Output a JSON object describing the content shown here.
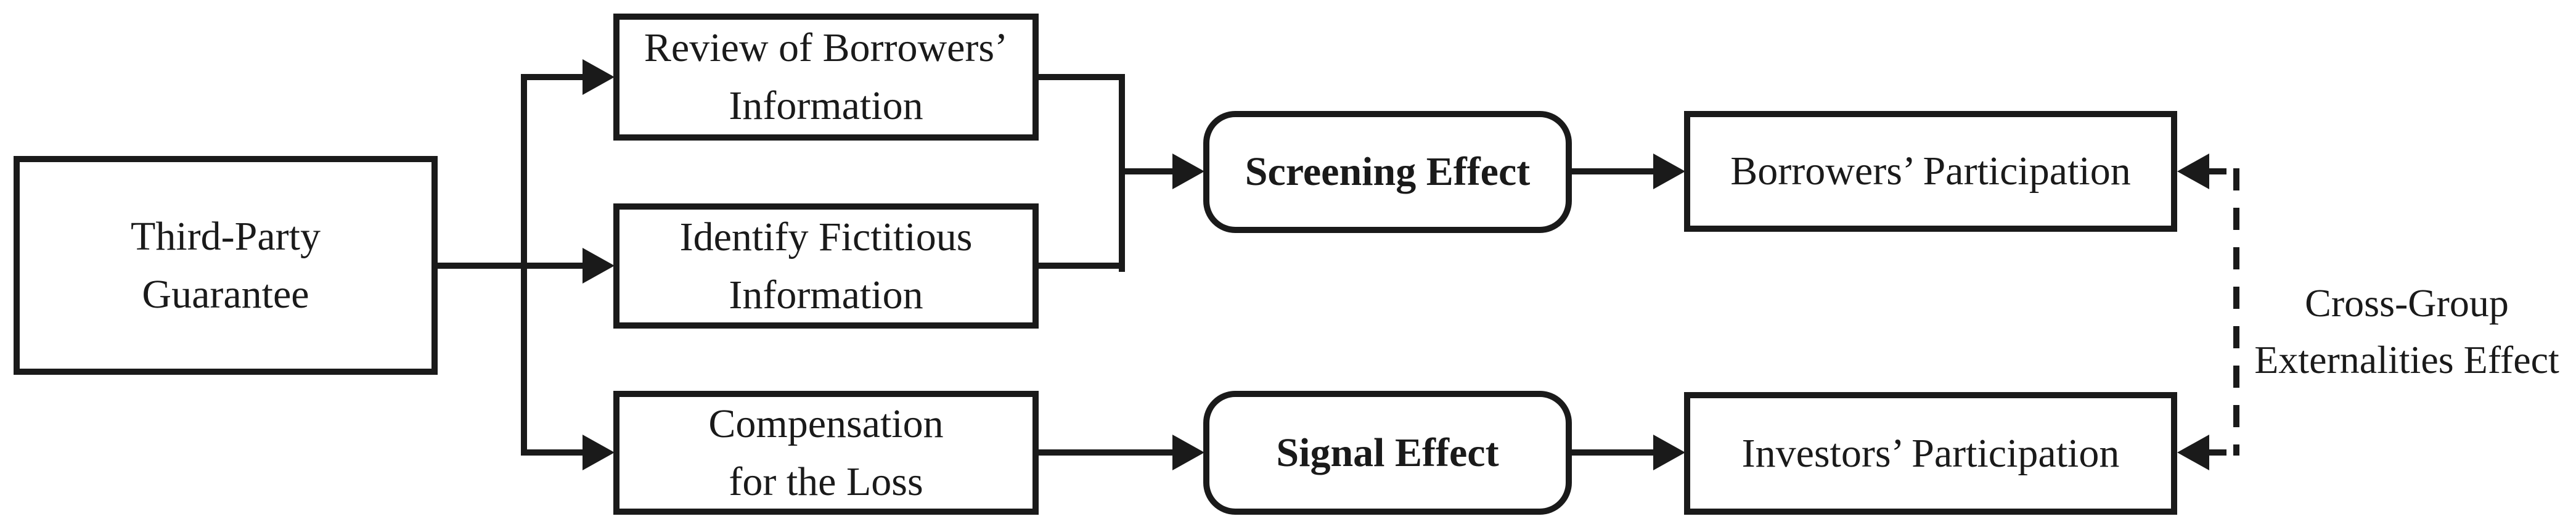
{
  "figure": {
    "type": "flow-diagram",
    "background": "#ffffff",
    "ink": "#1a1a1a"
  },
  "nodes": {
    "third_party": {
      "label": "Third-Party Guarantee",
      "lines": [
        "Third-Party",
        "Guarantee"
      ],
      "shape": "rect",
      "bold": false
    },
    "review": {
      "label": "Review of Borrowers’ Information",
      "lines": [
        "Review of Borrowers’",
        "Information"
      ],
      "shape": "rect",
      "bold": false
    },
    "identify": {
      "label": "Identify Fictitious Information",
      "lines": [
        "Identify Fictitious",
        "Information"
      ],
      "shape": "rect",
      "bold": false
    },
    "compensation": {
      "label": "Compensation for the Loss",
      "lines": [
        "Compensation",
        "for the Loss"
      ],
      "shape": "rect",
      "bold": false
    },
    "screening": {
      "label": "Screening Effect",
      "lines": [
        "Screening Effect"
      ],
      "shape": "rounded",
      "bold": true
    },
    "signal": {
      "label": "Signal Effect",
      "lines": [
        "Signal Effect"
      ],
      "shape": "rounded",
      "bold": true
    },
    "borrowers": {
      "label": "Borrowers’ Participation",
      "lines": [
        "Borrowers’ Participation"
      ],
      "shape": "rect",
      "bold": false
    },
    "investors": {
      "label": "Investors’ Participation",
      "lines": [
        "Investors’ Participation"
      ],
      "shape": "rect",
      "bold": false
    }
  },
  "annotations": {
    "cross_group": {
      "label": "Cross-Group Externalities Effect",
      "lines": [
        "Cross-Group",
        "Externalities Effect"
      ]
    }
  },
  "edges": [
    {
      "from": "Third-Party Guarantee",
      "to": "Review of Borrowers’ Information",
      "style": "solid",
      "arrow": "end"
    },
    {
      "from": "Third-Party Guarantee",
      "to": "Identify Fictitious Information",
      "style": "solid",
      "arrow": "end"
    },
    {
      "from": "Third-Party Guarantee",
      "to": "Compensation for the Loss",
      "style": "solid",
      "arrow": "end"
    },
    {
      "from": "Review of Borrowers’ Information",
      "to": "Screening Effect",
      "style": "solid",
      "arrow": "end"
    },
    {
      "from": "Identify Fictitious Information",
      "to": "Screening Effect",
      "style": "solid",
      "arrow": "end"
    },
    {
      "from": "Screening Effect",
      "to": "Borrowers’ Participation",
      "style": "solid",
      "arrow": "end"
    },
    {
      "from": "Compensation for the Loss",
      "to": "Signal Effect",
      "style": "solid",
      "arrow": "end"
    },
    {
      "from": "Signal Effect",
      "to": "Investors’ Participation",
      "style": "solid",
      "arrow": "end"
    },
    {
      "from": "Borrowers’ Participation",
      "to": "Investors’ Participation",
      "style": "dashed",
      "arrow": "both",
      "label": "Cross-Group Externalities Effect"
    }
  ]
}
